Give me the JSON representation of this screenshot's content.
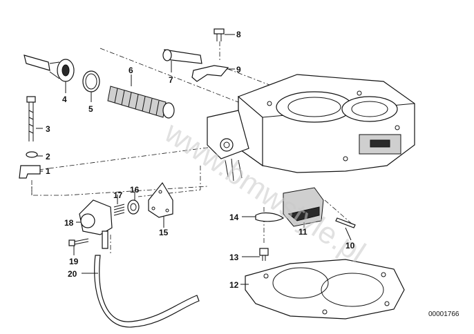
{
  "diagram": {
    "callouts": [
      {
        "id": "1",
        "label": "1"
      },
      {
        "id": "2",
        "label": "2"
      },
      {
        "id": "3",
        "label": "3"
      },
      {
        "id": "4",
        "label": "4"
      },
      {
        "id": "5",
        "label": "5"
      },
      {
        "id": "6",
        "label": "6"
      },
      {
        "id": "7",
        "label": "7"
      },
      {
        "id": "8",
        "label": "8"
      },
      {
        "id": "9",
        "label": "9"
      },
      {
        "id": "10",
        "label": "10"
      },
      {
        "id": "11",
        "label": "11"
      },
      {
        "id": "12",
        "label": "12"
      },
      {
        "id": "13",
        "label": "13"
      },
      {
        "id": "14",
        "label": "14"
      },
      {
        "id": "15",
        "label": "15"
      },
      {
        "id": "16",
        "label": "16"
      },
      {
        "id": "17",
        "label": "17"
      },
      {
        "id": "18",
        "label": "18"
      },
      {
        "id": "19",
        "label": "19"
      },
      {
        "id": "20",
        "label": "20"
      }
    ],
    "part_number": "00001766",
    "watermark": "www.bmwstyle.pl"
  },
  "colors": {
    "line": "#111111",
    "background": "#ffffff",
    "watermark": "#c9c9c9"
  }
}
